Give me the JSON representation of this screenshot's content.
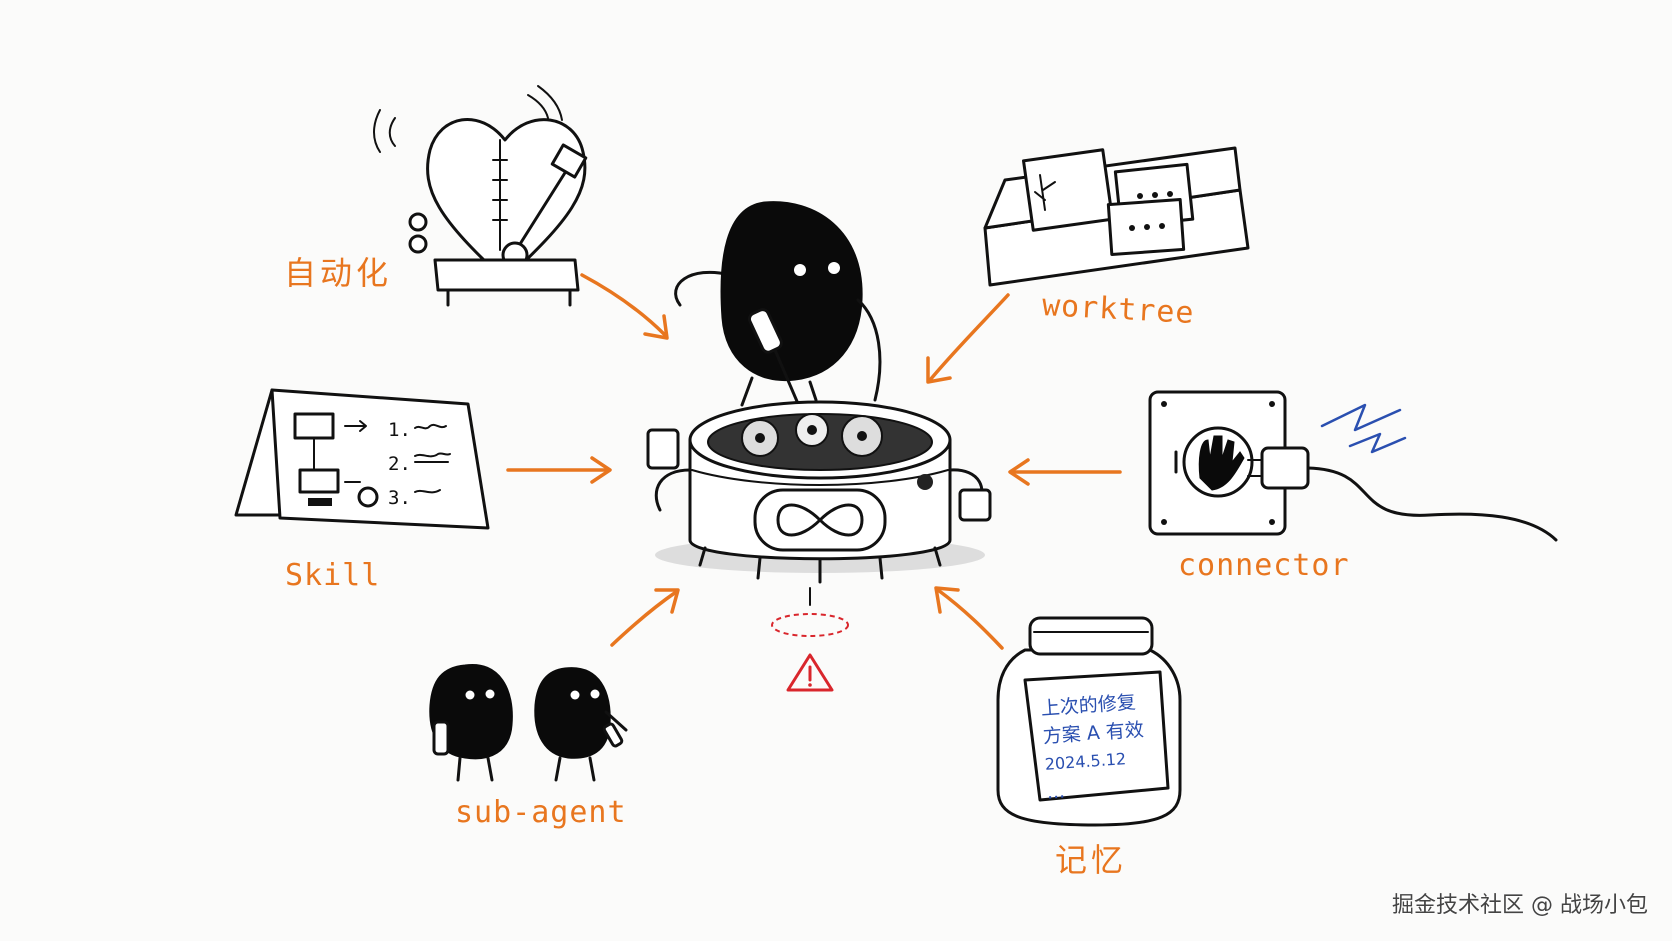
{
  "labels": {
    "automation": "自动化",
    "worktree": "worktree",
    "skill": "Skill",
    "connector": "connector",
    "subagent": "sub-agent",
    "memory": "记忆"
  },
  "skill_card": {
    "items": [
      "1.",
      "2.",
      "3."
    ]
  },
  "memory_note": {
    "lines": [
      "上次的修复",
      "方案 A 有效",
      "2024.5.12",
      "..."
    ]
  },
  "watermark": "掘金技术社区 @ 战场小包",
  "colors": {
    "label": "#e8761f",
    "warning": "#d9262c",
    "note_ink": "#2a4fb0",
    "ink": "#111111"
  },
  "icons": {
    "center": "infinity-machine-icon",
    "warning": "warning-triangle-icon"
  }
}
